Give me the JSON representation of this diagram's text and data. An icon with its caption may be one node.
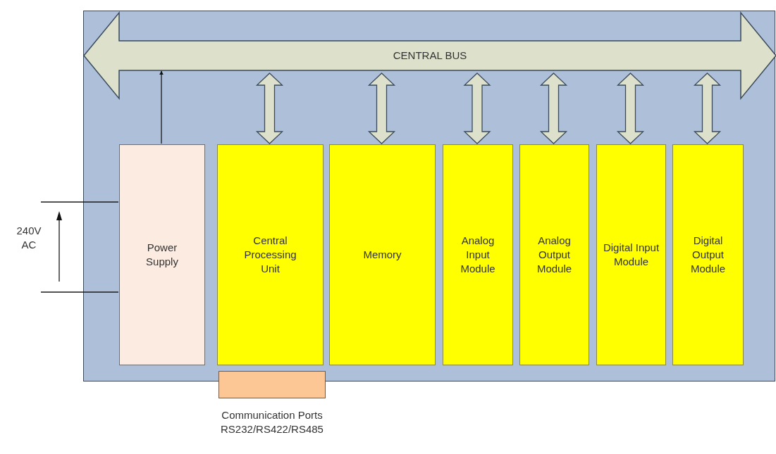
{
  "diagram": {
    "nodes": [
      {
        "text": [],
        "shape": "box"
      },
      {
        "text": [
          "CENTRAL BUS"
        ],
        "in": 0
      },
      {
        "text": [
          "Power Supply"
        ],
        "in": 0
      },
      {
        "text": [
          "Central Processing Unit"
        ],
        "in": 0
      },
      {
        "text": [
          "Memory"
        ],
        "in": 0
      },
      {
        "text": [
          "Analog Input Module"
        ],
        "in": 0
      },
      {
        "text": [
          "Analog Output Module"
        ],
        "in": 0
      },
      {
        "text": [
          "Digital Input Module"
        ],
        "in": 0
      },
      {
        "text": [
          "Digital Output Module"
        ],
        "in": 0
      },
      {
        "text": [],
        "shape": "box",
        "beside": [
          "Communication Ports RS232/RS422/RS485"
        ]
      }
    ],
    "edges": [
      {
        "from": 2,
        "to": 1,
        "arrow": "to"
      },
      {
        "from": 1,
        "to": 3,
        "arrow": "both"
      },
      {
        "from": 1,
        "to": 4,
        "arrow": "both"
      },
      {
        "from": 1,
        "to": 5,
        "arrow": "both"
      },
      {
        "from": 1,
        "to": 6,
        "arrow": "both"
      },
      {
        "from": 1,
        "to": 7,
        "arrow": "both"
      },
      {
        "from": 1,
        "to": 8,
        "arrow": "both"
      },
      {
        "from": null,
        "to": 2,
        "arrow": "none"
      },
      {
        "from": null,
        "to": 2,
        "arrow": "none"
      }
    ],
    "labels": [
      "240V AC"
    ]
  }
}
